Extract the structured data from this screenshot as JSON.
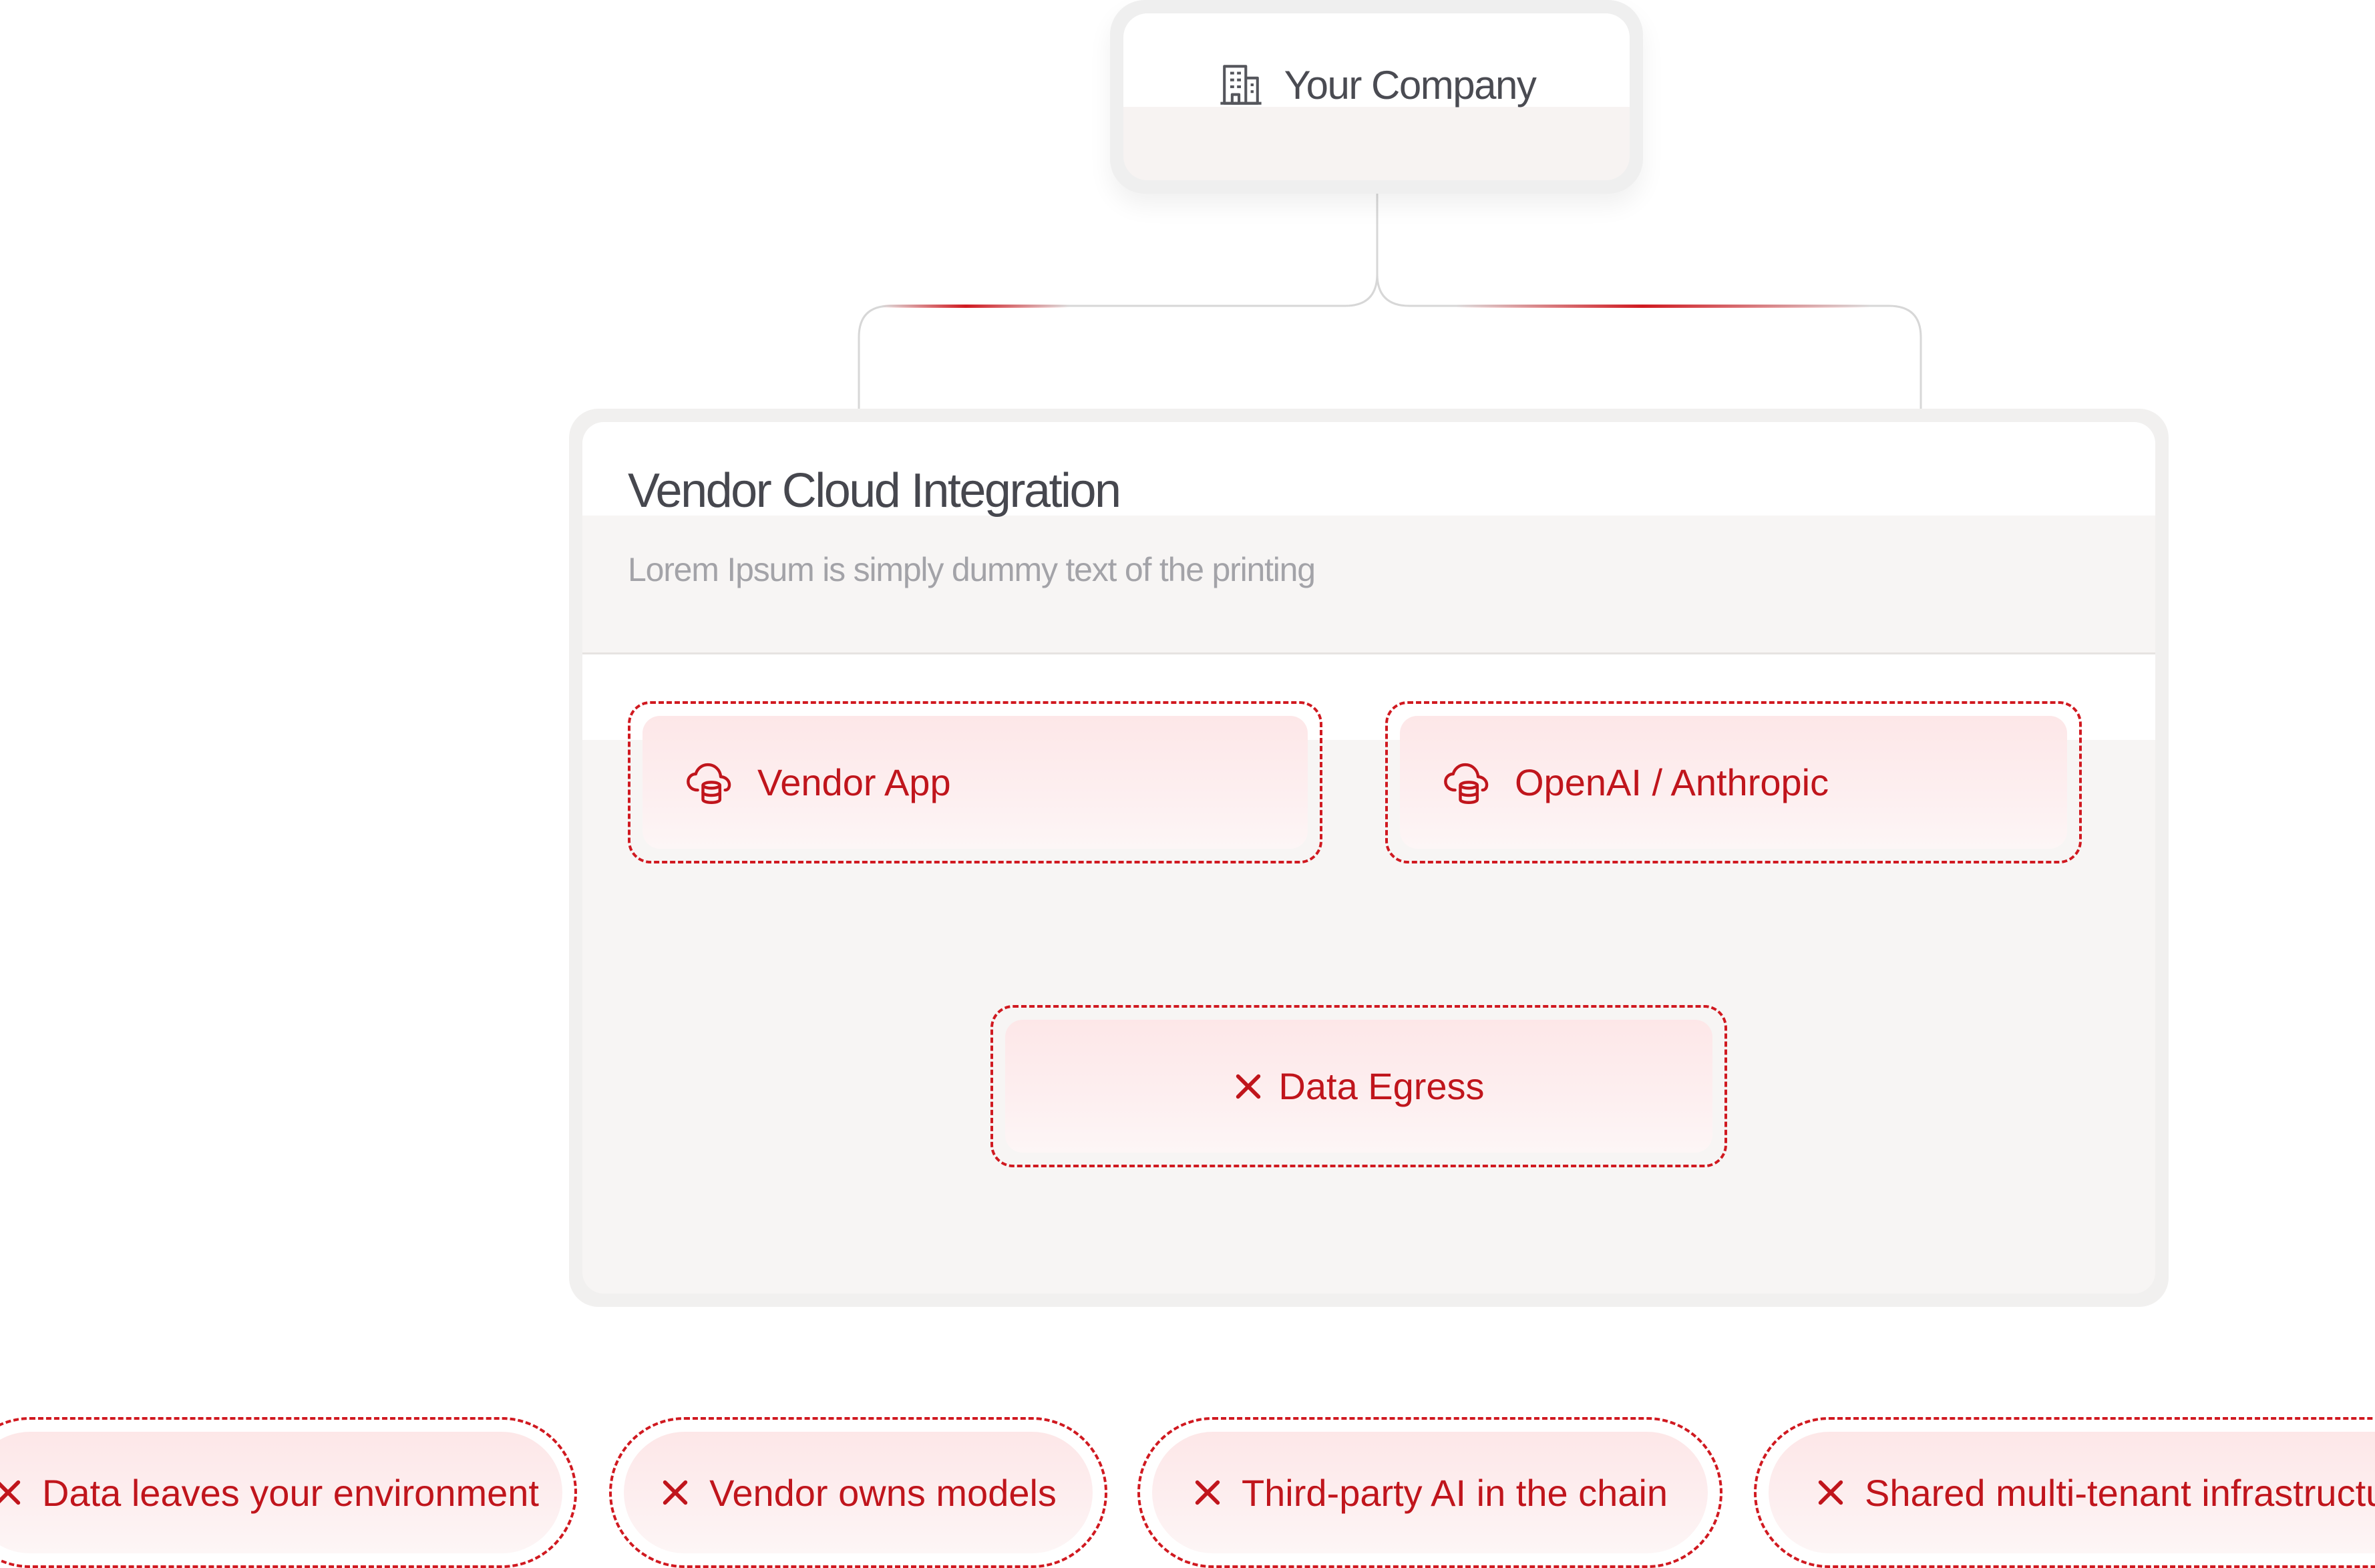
{
  "company": {
    "label": "Your Company",
    "icon": "building-icon"
  },
  "panel": {
    "title": "Vendor Cloud Integration",
    "subtitle": "Lorem Ipsum is simply dummy text of the printing"
  },
  "nodes": {
    "vendor_app": {
      "label": "Vendor App",
      "icon": "cloud-database-icon"
    },
    "openai": {
      "label": "OpenAI / Anthropic",
      "icon": "cloud-database-icon"
    },
    "egress": {
      "label": "Data Egress",
      "icon": "x-icon"
    }
  },
  "pills": [
    {
      "label": "Data leaves your environment",
      "icon": "x-icon"
    },
    {
      "label": "Vendor owns models",
      "icon": "x-icon"
    },
    {
      "label": "Third-party AI in the chain",
      "icon": "x-icon"
    },
    {
      "label": "Shared multi-tenant infrastructure",
      "icon": "x-icon"
    }
  ],
  "colors": {
    "accent_red": "#d01920",
    "text_red": "#c0151c",
    "text_dark": "#46474e",
    "text_muted": "#a3a3a8",
    "connector_gray": "#d5d5d5"
  }
}
